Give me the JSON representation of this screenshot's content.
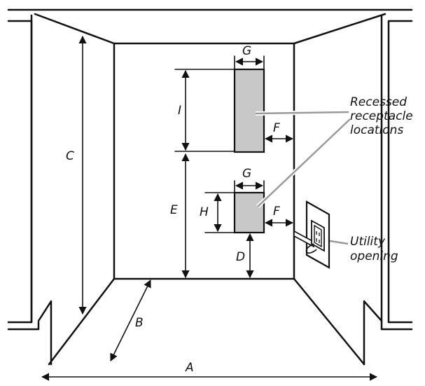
{
  "colors": {
    "line": "#111111",
    "box_fill": "#c8c8c8",
    "pointer": "#9a9a9a",
    "background": "#ffffff"
  },
  "dimension_labels": {
    "a": "A",
    "b": "B",
    "c": "C",
    "d": "D",
    "e": "E",
    "f_upper": "F",
    "f_lower": "F",
    "g_upper": "G",
    "g_lower": "G",
    "h": "H",
    "i": "I"
  },
  "callouts": {
    "recessed": [
      "Recessed",
      "receptacle",
      "locations"
    ],
    "utility": [
      "Utility",
      "opening"
    ]
  },
  "icons": {
    "outlet": "electrical-outlet-icon"
  }
}
